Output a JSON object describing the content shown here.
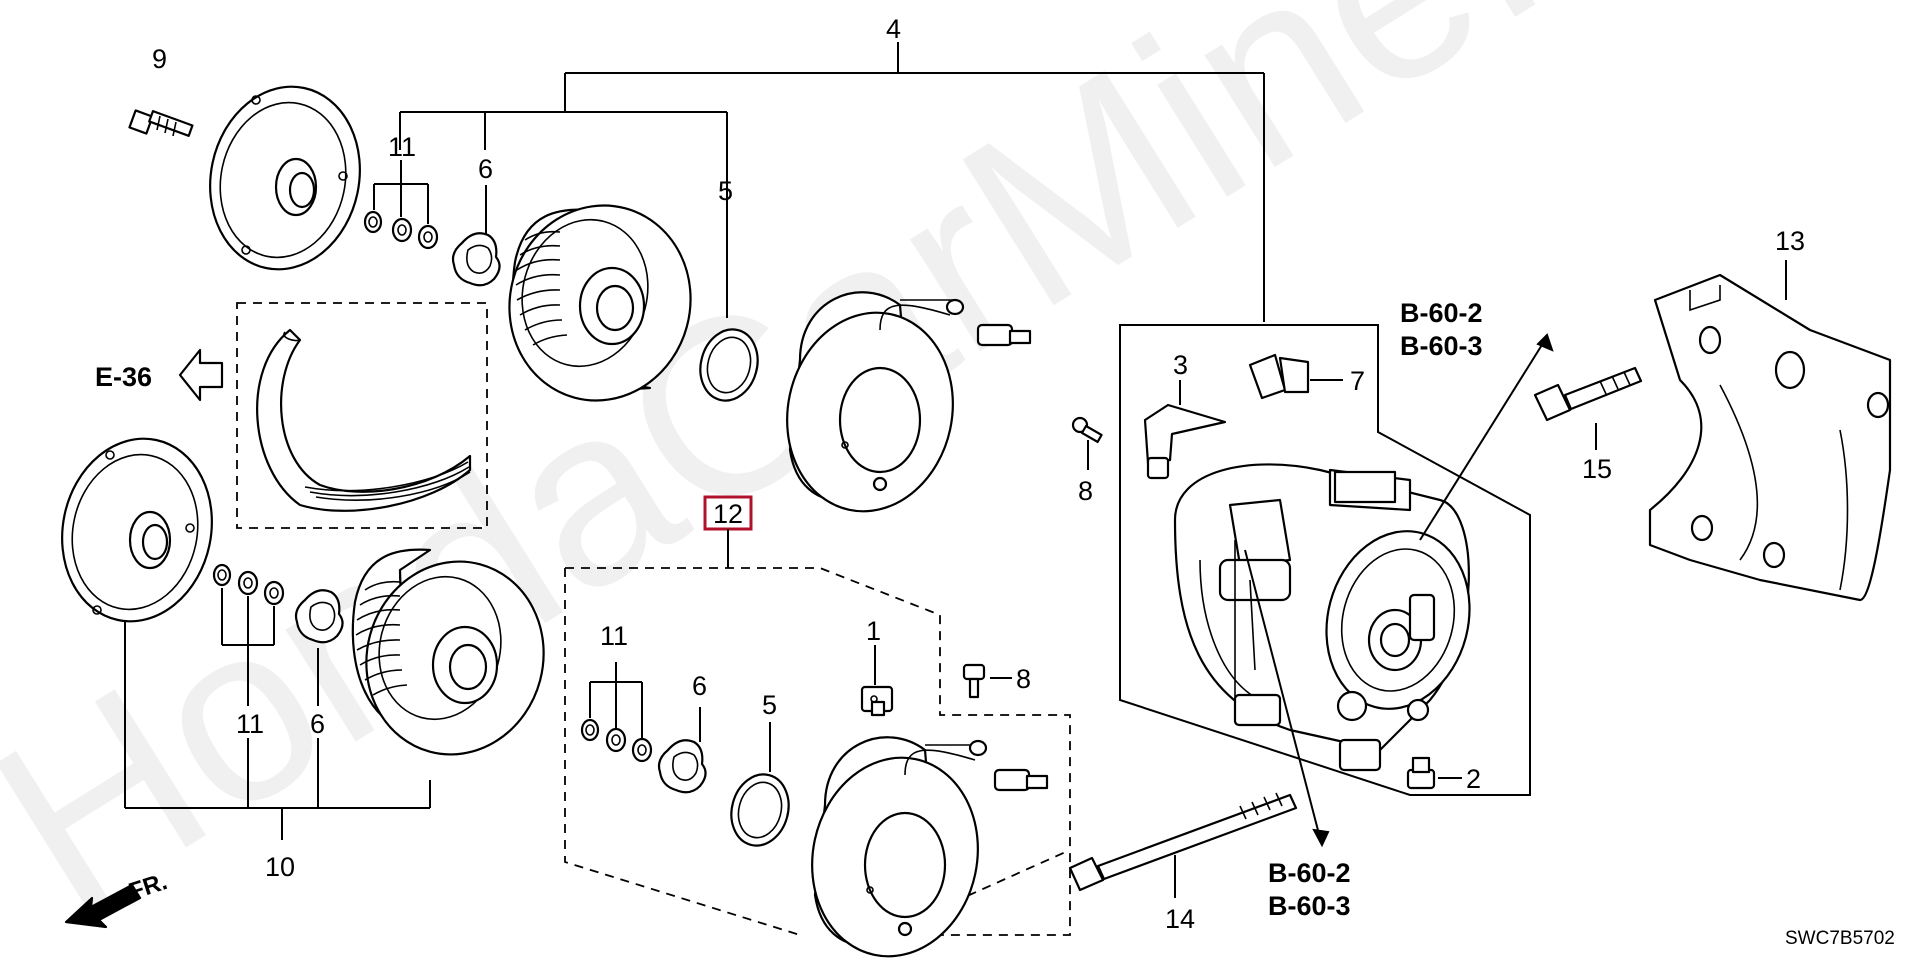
{
  "watermark": "HondaCarMine.ru",
  "diagram_code": "SWC7B5702",
  "direction_label": "FR.",
  "refs": {
    "e36": "E-36",
    "b60_2_top": "B-60-2",
    "b60_3_top": "B-60-3",
    "b60_2_bottom": "B-60-2",
    "b60_3_bottom": "B-60-3"
  },
  "callouts": {
    "c1": "1",
    "c2": "2",
    "c3": "3",
    "c4": "4",
    "c5a": "5",
    "c5b": "5",
    "c6a": "6",
    "c6b": "6",
    "c6c": "6",
    "c7": "7",
    "c8a": "8",
    "c8b": "8",
    "c9": "9",
    "c10": "10",
    "c11a": "11",
    "c11b": "11",
    "c11c": "11",
    "c12": "12",
    "c13": "13",
    "c14": "14",
    "c15": "15"
  },
  "colors": {
    "highlight_box": "#b0102a",
    "line": "#000000",
    "watermark": "#c8c8c8"
  }
}
